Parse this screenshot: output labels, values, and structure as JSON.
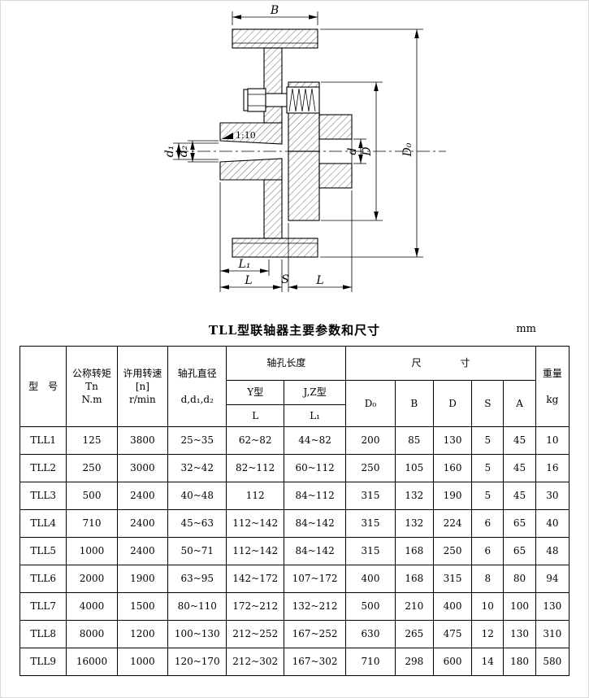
{
  "drawing": {
    "dim_B": "B",
    "dim_D0": "D₀",
    "dim_D": "D",
    "dim_d": "d",
    "dim_d1": "d₁",
    "dim_d2": "d₂",
    "dim_L1": "L₁",
    "dim_L_left": "L",
    "dim_S": "S",
    "dim_L_right": "L",
    "taper": "1:10"
  },
  "table": {
    "title": "TLL型联轴器主要参数和尺寸",
    "unit": "mm",
    "header": {
      "model": "型　号",
      "torque": "公称转矩\nTn\nN.m",
      "speed": "许用转速\n[n]\nr/min",
      "bore_dia": "轴孔直径\n\nd,d₁,d₂",
      "bore_len": "轴孔长度",
      "type_y": "Y型",
      "type_jz": "J,Z型",
      "col_L": "L",
      "col_L1": "L₁",
      "dims": "尺　　　　寸",
      "col_D0": "D₀",
      "col_B": "B",
      "col_D": "D",
      "col_S": "S",
      "col_A": "A",
      "weight": "重量\n\nkg"
    },
    "rows": [
      [
        "TLL1",
        "125",
        "3800",
        "25~35",
        "62~82",
        "44~82",
        "200",
        "85",
        "130",
        "5",
        "45",
        "10"
      ],
      [
        "TLL2",
        "250",
        "3000",
        "32~42",
        "82~112",
        "60~112",
        "250",
        "105",
        "160",
        "5",
        "45",
        "16"
      ],
      [
        "TLL3",
        "500",
        "2400",
        "40~48",
        "112",
        "84~112",
        "315",
        "132",
        "190",
        "5",
        "45",
        "30"
      ],
      [
        "TLL4",
        "710",
        "2400",
        "45~63",
        "112~142",
        "84~142",
        "315",
        "132",
        "224",
        "6",
        "65",
        "40"
      ],
      [
        "TLL5",
        "1000",
        "2400",
        "50~71",
        "112~142",
        "84~142",
        "315",
        "168",
        "250",
        "6",
        "65",
        "48"
      ],
      [
        "TLL6",
        "2000",
        "1900",
        "63~95",
        "142~172",
        "107~172",
        "400",
        "168",
        "315",
        "8",
        "80",
        "94"
      ],
      [
        "TLL7",
        "4000",
        "1500",
        "80~110",
        "172~212",
        "132~212",
        "500",
        "210",
        "400",
        "10",
        "100",
        "130"
      ],
      [
        "TLL8",
        "8000",
        "1200",
        "100~130",
        "212~252",
        "167~252",
        "630",
        "265",
        "475",
        "12",
        "130",
        "310"
      ],
      [
        "TLL9",
        "16000",
        "1000",
        "120~170",
        "212~302",
        "167~302",
        "710",
        "298",
        "600",
        "14",
        "180",
        "580"
      ]
    ]
  }
}
